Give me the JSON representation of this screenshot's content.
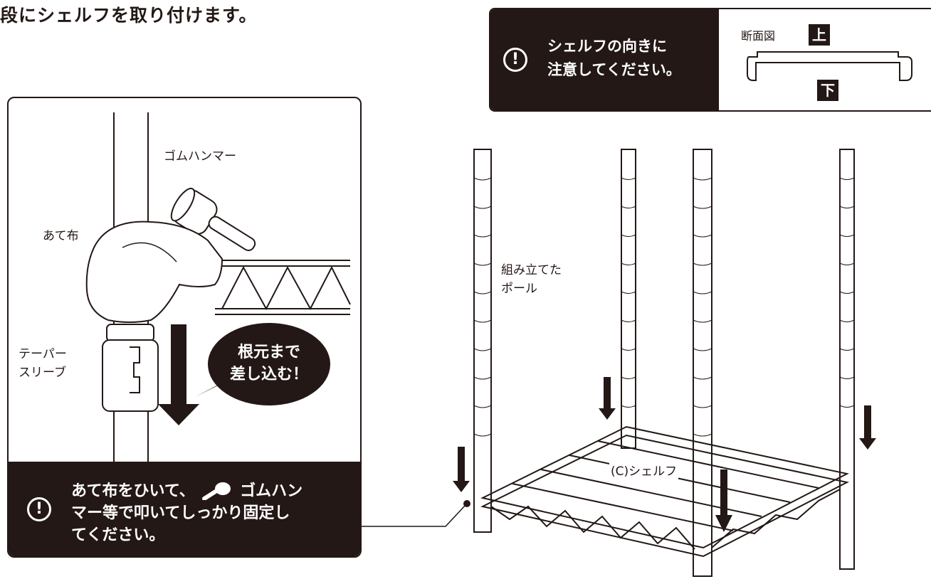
{
  "heading": "段にシェルフを取り付けます。",
  "notice": {
    "line1": "シェルフの向きに",
    "line2": "注意してください。",
    "icon": "exclamation-circle-icon",
    "section_label": "断面図",
    "top_label": "上",
    "bottom_label": "下"
  },
  "detail": {
    "hammer_label": "ゴムハンマー",
    "cloth_label": "あて布",
    "sleeve_label_1": "テーパー",
    "sleeve_label_2": "スリーブ",
    "bubble_line1": "根元まで",
    "bubble_line2": "差し込む！",
    "tip_line1": "あて布をひいて、",
    "tip_line1b": "ゴムハン",
    "tip_line2": "マー等で叩いてしっかり固定し",
    "tip_line3": "てください。",
    "tip_icon": "exclamation-circle-icon",
    "hammer_icon": "hammer-icon"
  },
  "main": {
    "pole_label_1": "組み立てた",
    "pole_label_2": "ポール",
    "shelf_label": "(C)シェルフ"
  }
}
